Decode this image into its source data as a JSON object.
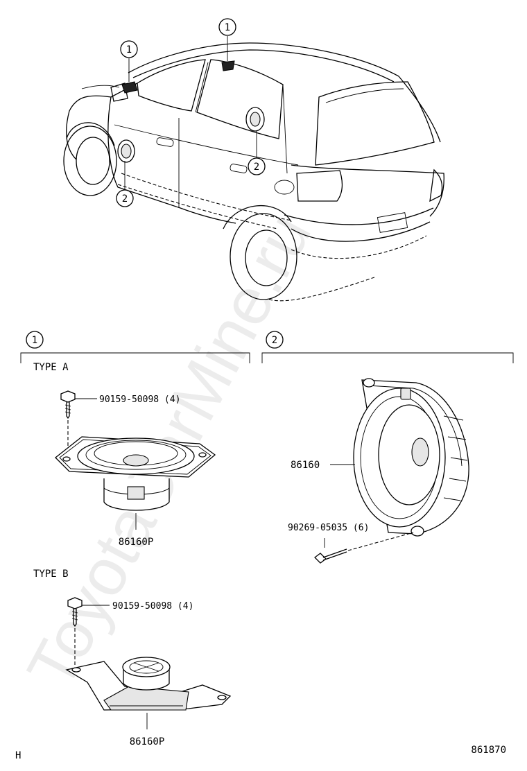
{
  "watermark": "ToyotaCarMine.ru",
  "callouts": {
    "one": "1",
    "two": "2"
  },
  "section1": {
    "callout": "1",
    "type_a": {
      "label": "TYPE A",
      "screw_part": "90159-50098 (4)",
      "speaker_part": "86160P"
    },
    "type_b": {
      "label": "TYPE B",
      "screw_part": "90159-50098 (4)",
      "speaker_part": "86160P"
    }
  },
  "section2": {
    "callout": "2",
    "speaker_part": "86160",
    "rivet_part": "90269-05035 (6)"
  },
  "footer": {
    "left_code": "H",
    "figure_number": "861870"
  }
}
